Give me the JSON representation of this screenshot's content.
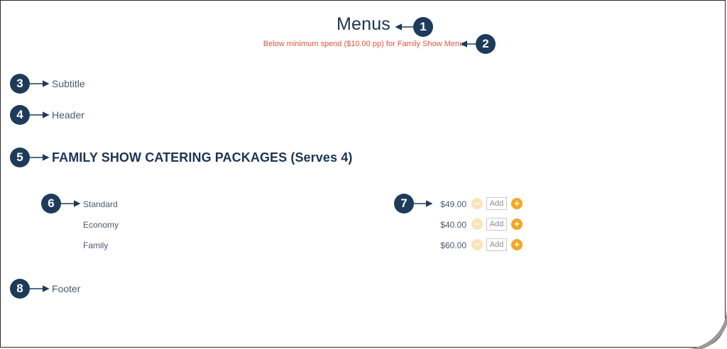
{
  "page": {
    "title": "Menus",
    "warning": "Below minimum spend ($10.00 pp) for Family Show Menu"
  },
  "labels": {
    "subtitle": "Subtitle",
    "header": "Header",
    "footer": "Footer"
  },
  "section": {
    "title": "FAMILY SHOW CATERING PACKAGES (Serves 4)"
  },
  "items": [
    {
      "name": "Standard",
      "price": "$49.00",
      "add_label": "Add",
      "minus": "−",
      "plus": "+"
    },
    {
      "name": "Economy",
      "price": "$40.00",
      "add_label": "Add",
      "minus": "−",
      "plus": "+"
    },
    {
      "name": "Family",
      "price": "$60.00",
      "add_label": "Add",
      "minus": "−",
      "plus": "+"
    }
  ],
  "callouts": [
    "1",
    "2",
    "3",
    "4",
    "5",
    "6",
    "7",
    "8"
  ],
  "colors": {
    "title": "#1c3553",
    "warning": "#e0533f",
    "badge": "#1d3b5a",
    "plus": "#f5a623",
    "minus": "#fbe3b8"
  }
}
